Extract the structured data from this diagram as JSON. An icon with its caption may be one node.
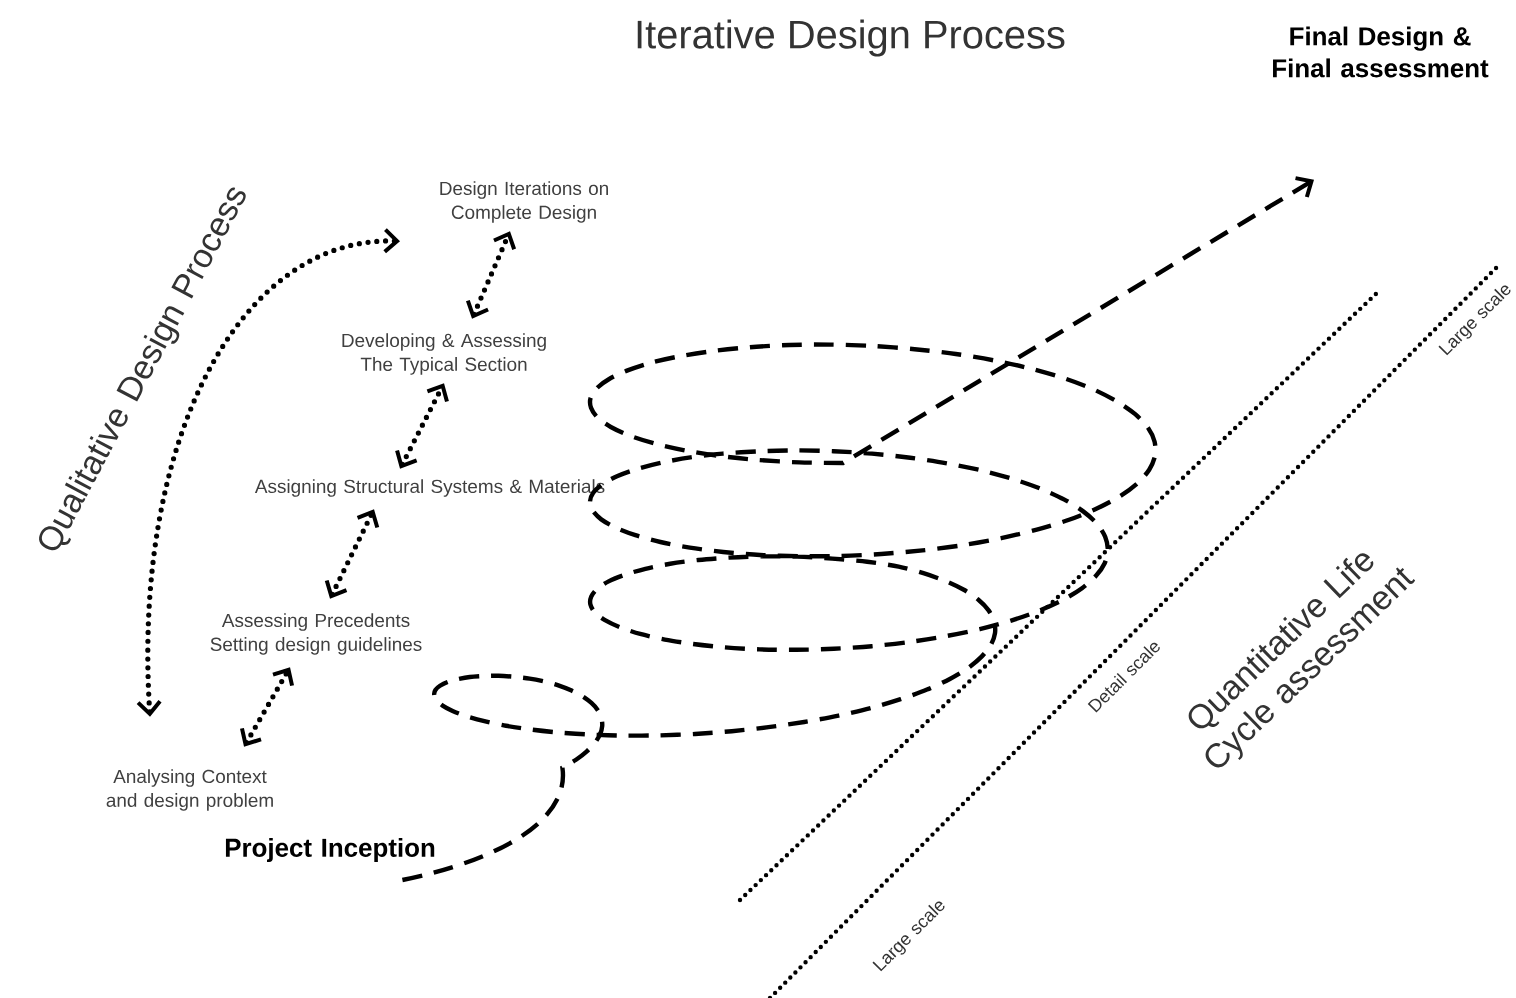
{
  "diagram": {
    "title": "Iterative Design Process",
    "nodes": [
      {
        "text": [
          "Design Iterations on Complete Design"
        ]
      },
      {
        "text": [
          "Developing & Assessing The Typical Section"
        ]
      },
      {
        "text": [
          "Assigning Structural Systems & Materials"
        ]
      },
      {
        "text": [
          "Assessing Precedents Setting design guidelines"
        ]
      },
      {
        "text": [
          "Analysing Context and design problem"
        ]
      },
      {
        "text": [
          "Project Inception"
        ]
      },
      {
        "text": [
          "Final Design & Final assessment"
        ]
      }
    ],
    "edges": [
      {
        "from": 4,
        "to": 3,
        "arrow": "both"
      },
      {
        "from": 3,
        "to": 2,
        "arrow": "both"
      },
      {
        "from": 2,
        "to": 1,
        "arrow": "both"
      },
      {
        "from": 1,
        "to": 0,
        "arrow": "both"
      },
      {
        "from": 4,
        "to": 0,
        "arrow": "both"
      },
      {
        "from": 5,
        "to": 6,
        "arrow": "to",
        "style": "dashed"
      }
    ],
    "labels": [
      "Qualitative Design Process",
      "Large scale",
      "Detail scale",
      "Quantitative Life Cycle assessment",
      "Large scale"
    ]
  }
}
